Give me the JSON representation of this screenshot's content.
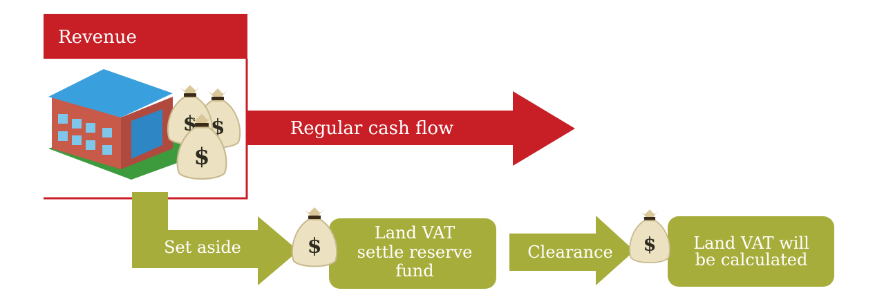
{
  "header": {
    "title": "Revenue"
  },
  "arrows": {
    "regular": "Regular cash flow",
    "set_aside": "Set aside",
    "clearance": "Clearance"
  },
  "boxes": {
    "reserve": [
      "Land VAT",
      "settle reserve",
      "fund"
    ],
    "calculated": [
      "Land VAT will",
      "be calculated"
    ]
  },
  "icons": {
    "money_bag_symbol": "$"
  },
  "colors": {
    "red": "#c81e25",
    "olive": "#a7ad3b"
  }
}
